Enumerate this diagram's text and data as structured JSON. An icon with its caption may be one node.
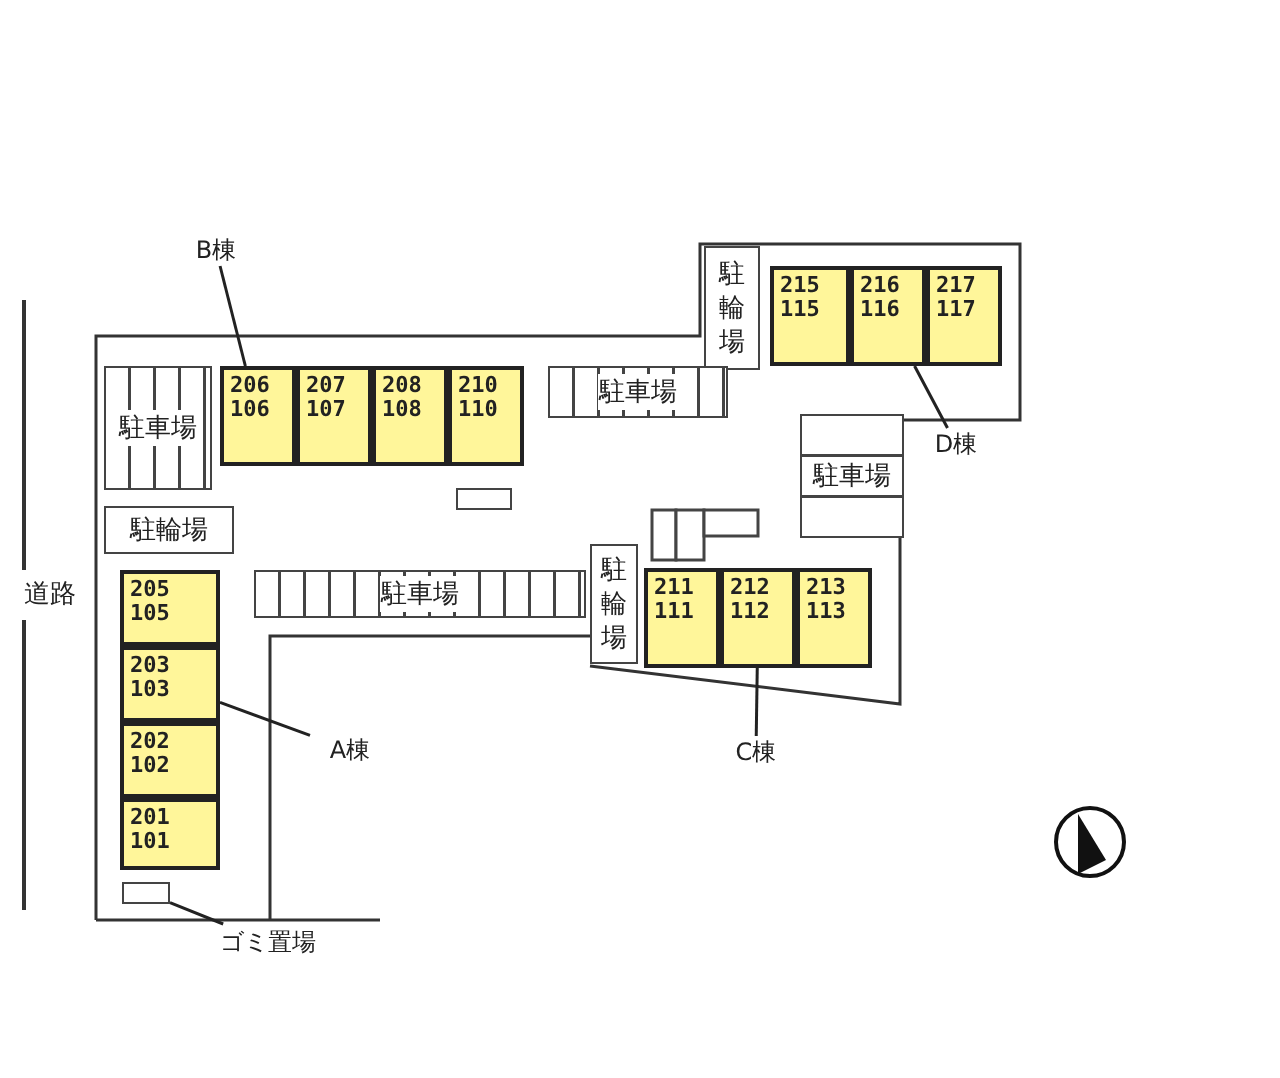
{
  "diagram": {
    "nodes": [
      {
        "text": [
          "B棟"
        ]
      },
      {
        "text": [
          "駐輪場"
        ]
      },
      {
        "text": [
          "215 115"
        ]
      },
      {
        "text": [
          "216 116"
        ]
      },
      {
        "text": [
          "217 117"
        ]
      },
      {
        "text": [
          "206 106"
        ]
      },
      {
        "text": [
          "207 107"
        ]
      },
      {
        "text": [
          "208 108"
        ]
      },
      {
        "text": [
          "210 110"
        ]
      },
      {
        "text": [
          "駐車場"
        ]
      },
      {
        "text": [
          "駐車場"
        ]
      },
      {
        "text": [
          "D棟"
        ]
      },
      {
        "text": [
          "駐車場"
        ]
      },
      {
        "text": [],
        "shape": "box"
      },
      {
        "text": [
          "駐輪場"
        ]
      },
      {
        "text": [
          "駐車場"
        ]
      },
      {
        "text": [
          "駐輪場"
        ]
      },
      {
        "text": [
          "211 111"
        ]
      },
      {
        "text": [
          "212 112"
        ]
      },
      {
        "text": [
          "213 113"
        ]
      },
      {
        "text": [
          "205 105"
        ]
      },
      {
        "text": [
          "203 103"
        ]
      },
      {
        "text": [
          "202 102"
        ]
      },
      {
        "text": [
          "201 101"
        ]
      },
      {
        "text": [
          "A棟"
        ]
      },
      {
        "text": [
          "C棟"
        ]
      },
      {
        "text": [],
        "shape": "box"
      },
      {
        "text": [
          "ゴミ置場"
        ]
      }
    ],
    "edges": [
      {
        "from": 0,
        "to": 5,
        "arrow": "none"
      },
      {
        "from": 11,
        "to": 3,
        "arrow": "none"
      },
      {
        "from": 24,
        "to": 21,
        "arrow": "none"
      },
      {
        "from": 25,
        "to": 18,
        "arrow": "none"
      },
      {
        "from": 27,
        "to": 26,
        "arrow": "none"
      }
    ],
    "labels": [
      "道路"
    ]
  }
}
